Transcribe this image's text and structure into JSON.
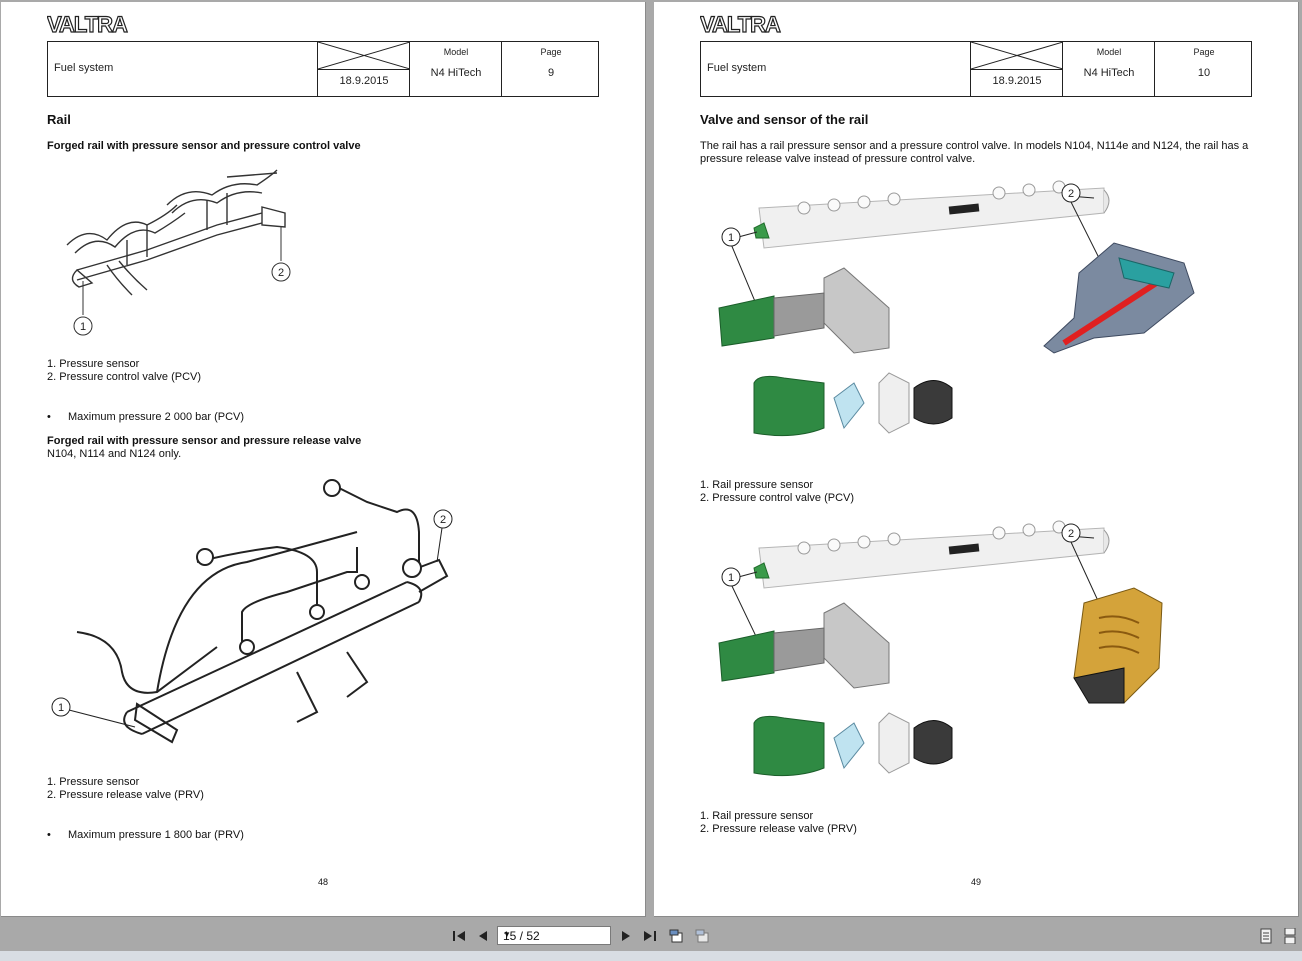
{
  "brand": "VALTRA",
  "header": {
    "section": "Fuel system",
    "date": "18.9.2015",
    "model_label": "Model",
    "model_value": "N4 HiTech",
    "page_label": "Page"
  },
  "left_page": {
    "page_num": "9",
    "title": "Rail",
    "fig1_title": "Forged rail with pressure sensor and pressure control valve",
    "fig1_items": [
      "1.  Pressure sensor",
      "2.  Pressure control valve (PCV)"
    ],
    "fig1_note": "Maximum pressure 2 000 bar (PCV)",
    "fig2_title": "Forged rail with pressure sensor and pressure release valve",
    "fig2_subtitle": "N104, N114 and N124 only.",
    "fig2_items": [
      "1.  Pressure sensor",
      "2.  Pressure release valve (PRV)"
    ],
    "fig2_note": "Maximum pressure 1 800 bar (PRV)",
    "footer_num": "48",
    "callouts": [
      "1",
      "2"
    ]
  },
  "right_page": {
    "page_num": "10",
    "title": "Valve and sensor of the rail",
    "intro_1": "The rail has a rail pressure sensor and a pressure control valve. In models N104, N114e and N124, the rail has a",
    "intro_2": "pressure release valve instead of pressure control valve.",
    "fig1_items": [
      "1.    Rail pressure sensor",
      "2.    Pressure control valve (PCV)"
    ],
    "fig2_items": [
      "1.  Rail pressure sensor",
      "2.  Pressure release valve (PRV)"
    ],
    "footer_num": "49",
    "callouts": [
      "1",
      "2"
    ]
  },
  "toolbar": {
    "page_field": "15 / 52",
    "icons": [
      "first-page-icon",
      "prev-page-icon",
      "next-page-icon",
      "last-page-icon",
      "page-view-icon",
      "fit-page-icon",
      "single-page-icon",
      "continuous-page-icon"
    ]
  }
}
